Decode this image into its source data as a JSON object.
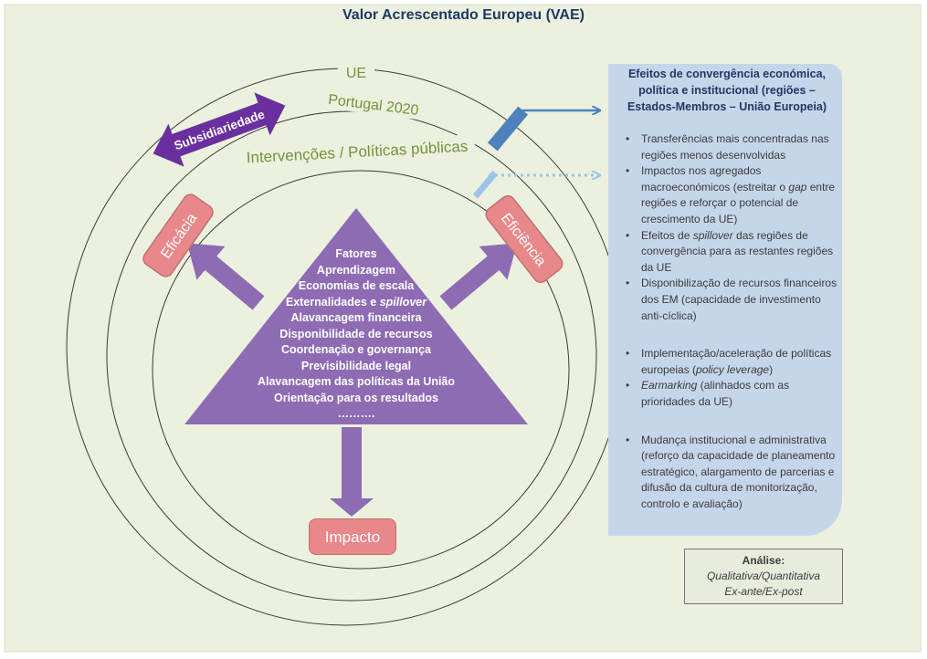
{
  "title": "Valor Acrescentado Europeu (VAE)",
  "rings": {
    "outer": "UE",
    "middle": "Portugal 2020",
    "inner": "Intervenções / Políticas públicas"
  },
  "subsidiariedade": "Subsidiariedade",
  "eficacia": "Eficácia",
  "eficiencia": "Eficiência",
  "impacto": "Impacto",
  "fatores": {
    "heading": "Fatores",
    "items": [
      "Aprendizagem",
      "Economias de escala",
      "Externalidades e",
      "spillover",
      "Alavancagem financeira",
      "Disponibilidade de recursos",
      "Coordenação e governança",
      "Previsibilidade legal",
      "Alavancagem das políticas da União",
      "Orientação para os resultados",
      "………."
    ]
  },
  "efeitos": {
    "heading": "Efeitos de convergência económica, política e institucional  (regiões – Estados-Membros – União Europeia)",
    "b1": "Transferências mais concentradas nas regiões menos desenvolvidas",
    "b2_a": "Impactos nos agregados macroeconómicos (estreitar o ",
    "b2_i": "gap",
    "b2_b": " entre regiões e reforçar o potencial de crescimento da UE)",
    "b3_a": "Efeitos de ",
    "b3_i": "spillover",
    "b3_b": " das regiões de convergência para as restantes regiões da UE",
    "b4": "Disponibilização de recursos financeiros dos EM (capacidade de investimento anti-cíclica)",
    "b5_a": "Implementação/aceleração de políticas europeias (",
    "b5_i": "policy leverage",
    "b5_b": ")",
    "b6_i": "Earmarking",
    "b6_b": " (alinhados com as prioridades da UE)",
    "b7": "Mudança institucional e administrativa (reforço da capacidade de planeamento estratégico, alargamento de parcerias e difusão da cultura de monitorização, controlo e avaliação)"
  },
  "analise": {
    "heading": "Análise:",
    "line1": "Qualitativa/Quantitativa",
    "line2": "Ex-ante/Ex-post"
  },
  "colors": {
    "background": "#ebf1de",
    "purple": "#8e6cb4",
    "dark_purple": "#6a2f9e",
    "pink": "#e8888a",
    "ring_text": "#76923c",
    "panel": "#c6d6ea",
    "blue_arrow": "#4f81bd"
  }
}
